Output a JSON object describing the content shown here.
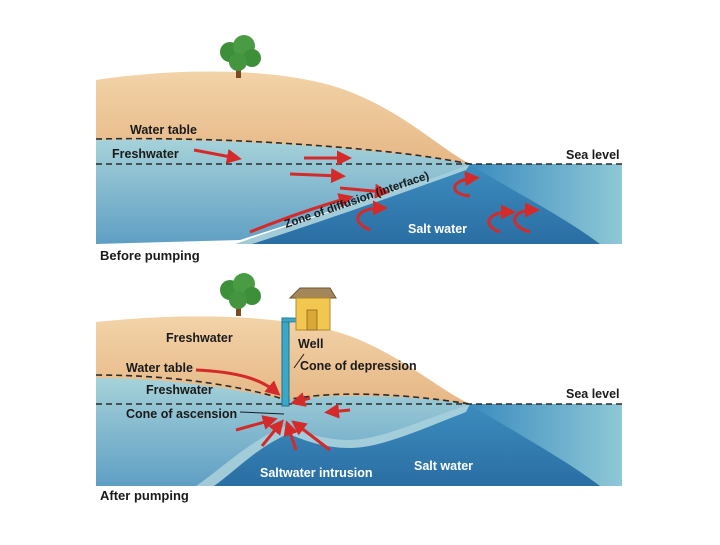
{
  "before": {
    "caption": "Before pumping",
    "labels": {
      "water_table": "Water table",
      "freshwater": "Freshwater",
      "sea_level": "Sea level",
      "zone_of_diffusion": "Zone of diffusion (interface)",
      "salt_water": "Salt water"
    }
  },
  "after": {
    "caption": "After pumping",
    "labels": {
      "freshwater_top": "Freshwater",
      "well": "Well",
      "water_table": "Water table",
      "cone_of_depression": "Cone of depression",
      "freshwater": "Freshwater",
      "sea_level": "Sea level",
      "cone_of_ascension": "Cone of ascension",
      "saltwater_intrusion": "Saltwater intrusion",
      "salt_water": "Salt water"
    }
  },
  "colors": {
    "land": "#ecc494",
    "freshwater": "#8cc3cf",
    "saltwater": "#2f7fb2",
    "sea": "#5aa7c6",
    "arrow": "#d42a2a",
    "tree": "#3d8f3a",
    "house": "#f2c750"
  }
}
